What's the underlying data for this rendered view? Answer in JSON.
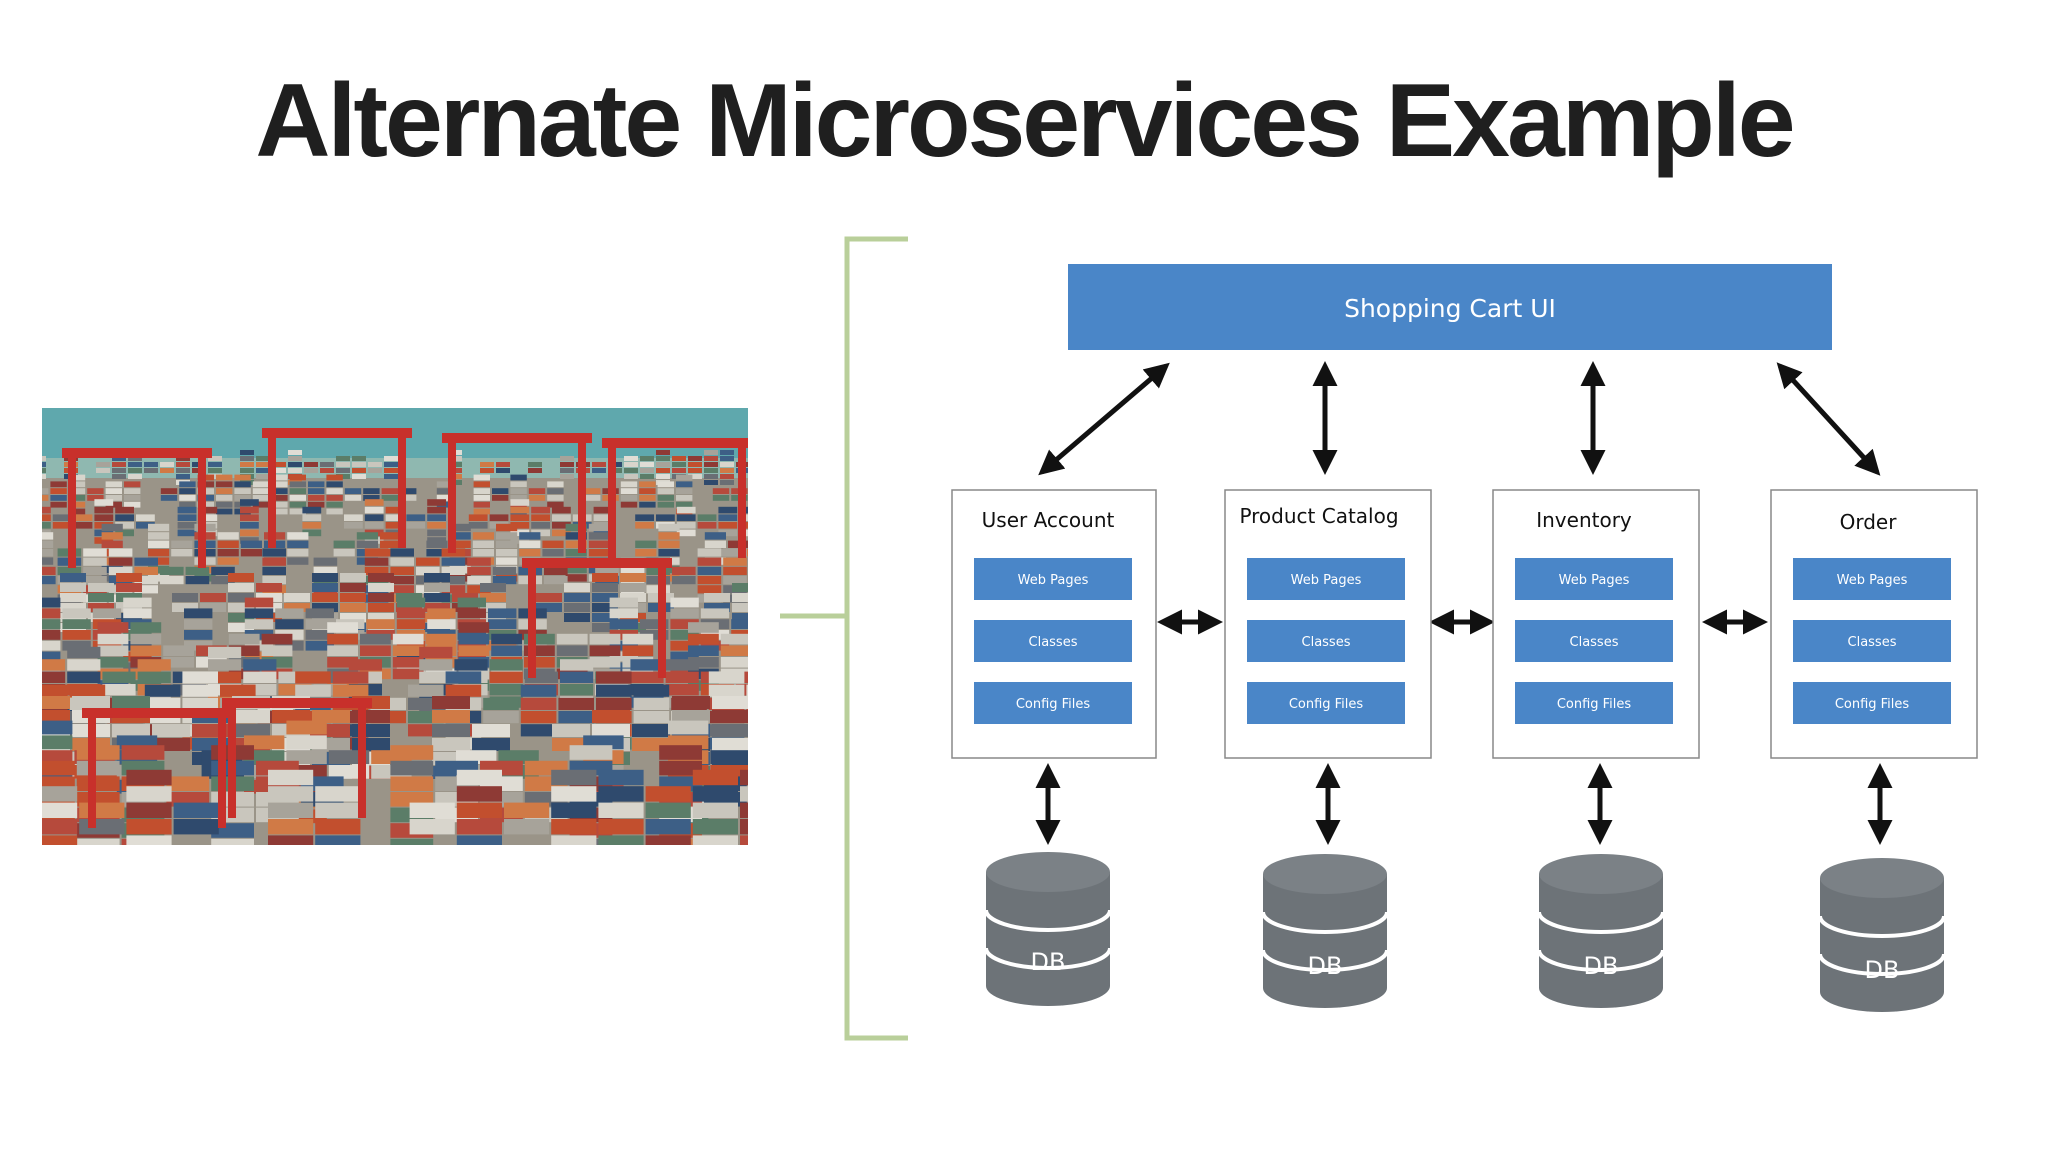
{
  "slide": {
    "title": "Alternate Microservices Example"
  },
  "diagram": {
    "ui_label": "Shopping Cart UI",
    "services": [
      {
        "name": "User Account",
        "components": [
          "Web Pages",
          "Classes",
          "Config Files"
        ],
        "db": "DB"
      },
      {
        "name": "Product Catalog",
        "components": [
          "Web Pages",
          "Classes",
          "Config Files"
        ],
        "db": "DB"
      },
      {
        "name": "Inventory",
        "components": [
          "Web Pages",
          "Classes",
          "Config Files"
        ],
        "db": "DB"
      },
      {
        "name": "Order",
        "components": [
          "Web Pages",
          "Classes",
          "Config Files"
        ],
        "db": "DB"
      }
    ]
  },
  "colors": {
    "accent_blue": "#4a86c8",
    "db_gray": "#6d7378",
    "bracket_green": "#b9cf9a",
    "title": "#1f1f1f"
  }
}
